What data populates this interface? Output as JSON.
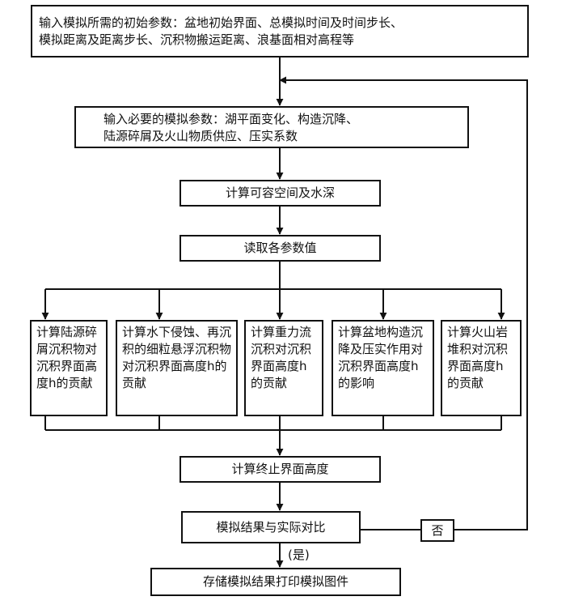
{
  "nodes": {
    "input_initial": {
      "lines": [
        "输入模拟所需的初始参数：盆地初始界面、总模拟时间及时间步长、",
        "模拟距离及距离步长、沉积物搬运距离、浪基面相对高程等"
      ]
    },
    "input_params": {
      "lines": [
        "输入必要的模拟参数：湖平面变化、构造沉降、",
        "陆源碎屑及火山物质供应、压实系数"
      ]
    },
    "calc_space": "计算可容空间及水深",
    "read_params": "读取各参数值",
    "contrib_terrigenous": "计算陆源碎屑沉积物对沉积界面高度h的贡献",
    "contrib_erosion": "计算水下侵蚀、再沉积的细粒悬浮沉积物对沉积界面高度h的贡献",
    "contrib_gravity": "计算重力流沉积对沉积界面高度h的贡献",
    "contrib_subsidence": "计算盆地构造沉降及压实作用对沉积界面高度h的影响",
    "contrib_volcanic": "计算火山岩堆积对沉积界面高度h的贡献",
    "calc_final": "计算终止界面高度",
    "compare": "模拟结果与实际对比",
    "no_label": "否",
    "store_print": "存储模拟结果打印模拟图件"
  },
  "edge_labels": {
    "yes": "(是)"
  }
}
